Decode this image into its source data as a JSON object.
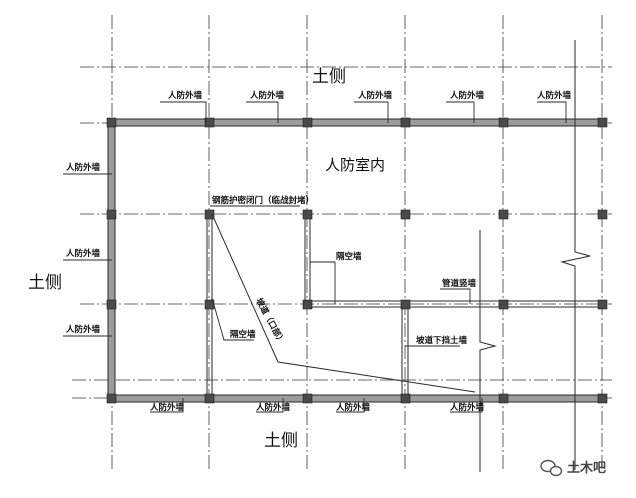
{
  "labels": {
    "soil_side": "土侧",
    "civil_defense_outer_wall": "人防外墙",
    "civil_defense_indoor": "人防室内",
    "protective_door": "钢筋护密闭门（临战封堵）",
    "partition_wall": "隔空墙",
    "passage_wall": "管道竖墙",
    "ramp": "坡道（口部）",
    "ramp_lower_wall": "坡道下挡土墙",
    "watermark": "土木吧"
  }
}
